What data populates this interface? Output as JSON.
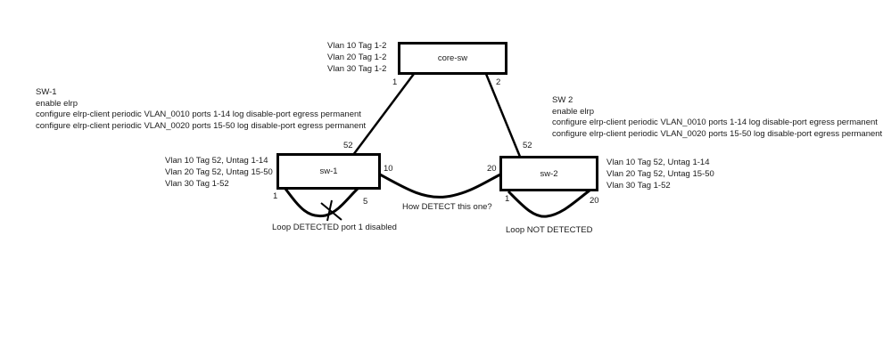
{
  "nodes": {
    "core": {
      "name": "core-sw",
      "vlans": [
        "Vlan 10 Tag 1-2",
        "Vlan 20 Tag 1-2",
        "Vlan 30 Tag 1-2"
      ]
    },
    "sw1": {
      "name": "sw-1",
      "vlans": [
        "Vlan 10 Tag 52, Untag 1-14",
        "Vlan 20 Tag 52, Untag 15-50",
        "Vlan 30 Tag 1-52"
      ]
    },
    "sw2": {
      "name": "sw-2",
      "vlans": [
        "Vlan 10 Tag 52, Untag 1-14",
        "Vlan 20 Tag 52, Untag 15-50",
        "Vlan 30 Tag 1-52"
      ]
    }
  },
  "configs": {
    "sw1": [
      "SW-1",
      "enable elrp",
      "configure elrp-client periodic VLAN_0010 ports 1-14 log disable-port egress permanent",
      "configure elrp-client periodic VLAN_0020 ports 15-50 log disable-port egress permanent"
    ],
    "sw2": [
      "SW 2",
      "enable elrp",
      "configure elrp-client periodic VLAN_0010 ports 1-14 log disable-port egress permanent",
      "configure elrp-client periodic VLAN_0020 ports 15-50 log disable-port egress permanent"
    ]
  },
  "ports": {
    "core_to_sw1": "1",
    "core_to_sw2": "2",
    "sw1_uplink": "52",
    "sw2_uplink": "52",
    "sw1_to_sw2": "10",
    "sw2_to_sw1": "20",
    "sw1_loop_a": "1",
    "sw1_loop_b": "5",
    "sw2_loop_a": "1",
    "sw2_loop_b": "20"
  },
  "annotations": {
    "sw1_loop": "Loop DETECTED port 1 disabled",
    "inter_switch": "How DETECT this one?",
    "sw2_loop": "Loop NOT DETECTED"
  }
}
